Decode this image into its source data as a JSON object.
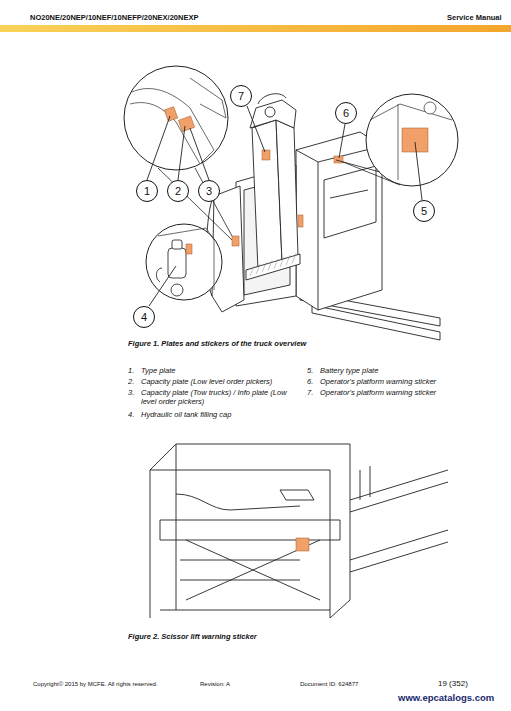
{
  "diagram": {
    "title": "NO20NE/20NEP/10NEF/10NEFP/20NEX/20NEXP",
    "nodes": [
      {
        "text": [
          "1"
        ]
      },
      {
        "text": [
          "2"
        ]
      },
      {
        "text": [
          "3"
        ]
      },
      {
        "text": [
          "4"
        ]
      },
      {
        "text": [
          "5"
        ]
      },
      {
        "text": [
          "6"
        ]
      },
      {
        "text": [
          "7"
        ]
      }
    ],
    "labels": [
      "Service Manual",
      "Figure 1. Plates and stickers of the truck overview",
      "1.",
      "Type plate",
      "2.",
      "Capacity plate (Low level order pickers)",
      "3.",
      "Capacity plate (Tow trucks) / Info plate (Low level order pickers)",
      "4.",
      "Hydraulic oil tank filling cap",
      "5.",
      "Battery type plate",
      "6.",
      "Operator's platform warning sticker",
      "7.",
      "Operator's platform warning sticker",
      "Figure 2. Scissor lift warning sticker",
      "Copyright© 2015 by MCFE. All rights reserved.",
      "Revision: A",
      "Document ID: 624877",
      "19 (352)",
      "www.epcatalogs.com"
    ]
  }
}
